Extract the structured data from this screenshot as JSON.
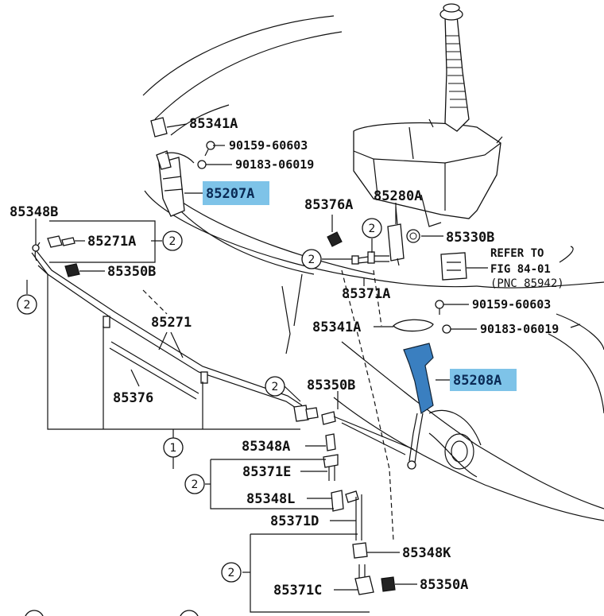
{
  "colors": {
    "highlight_box": "#7ec3e8",
    "highlight_part": "#3a7fc0",
    "line": "#111111",
    "background": "#ffffff"
  },
  "labels": {
    "p85341A_top": "85341A",
    "p90159_top": "90159-60603",
    "p90183_top": "90183-06019",
    "p85207A": "85207A",
    "p85348B": "85348B",
    "p85271A": "85271A",
    "p85350B_top": "85350B",
    "p85271": "85271",
    "p85376": "85376",
    "p85376A": "85376A",
    "p85280A": "85280A",
    "p85330B": "85330B",
    "p85371A": "85371A",
    "p90159_mid": "90159-60603",
    "p85341A_mid": "85341A",
    "p90183_mid": "90183-06019",
    "p85208A": "85208A",
    "p85350B_mid": "85350B",
    "p85348A": "85348A",
    "p85371E": "85371E",
    "p85348L": "85348L",
    "p85371D": "85371D",
    "p85348K": "85348K",
    "p85371C": "85371C",
    "p85350A": "85350A"
  },
  "refer_note": {
    "line1": "REFER TO",
    "line2": "FIG 84-01",
    "line3": "(PNC 85942)"
  },
  "callouts": {
    "c1": "1",
    "c2": "2"
  }
}
